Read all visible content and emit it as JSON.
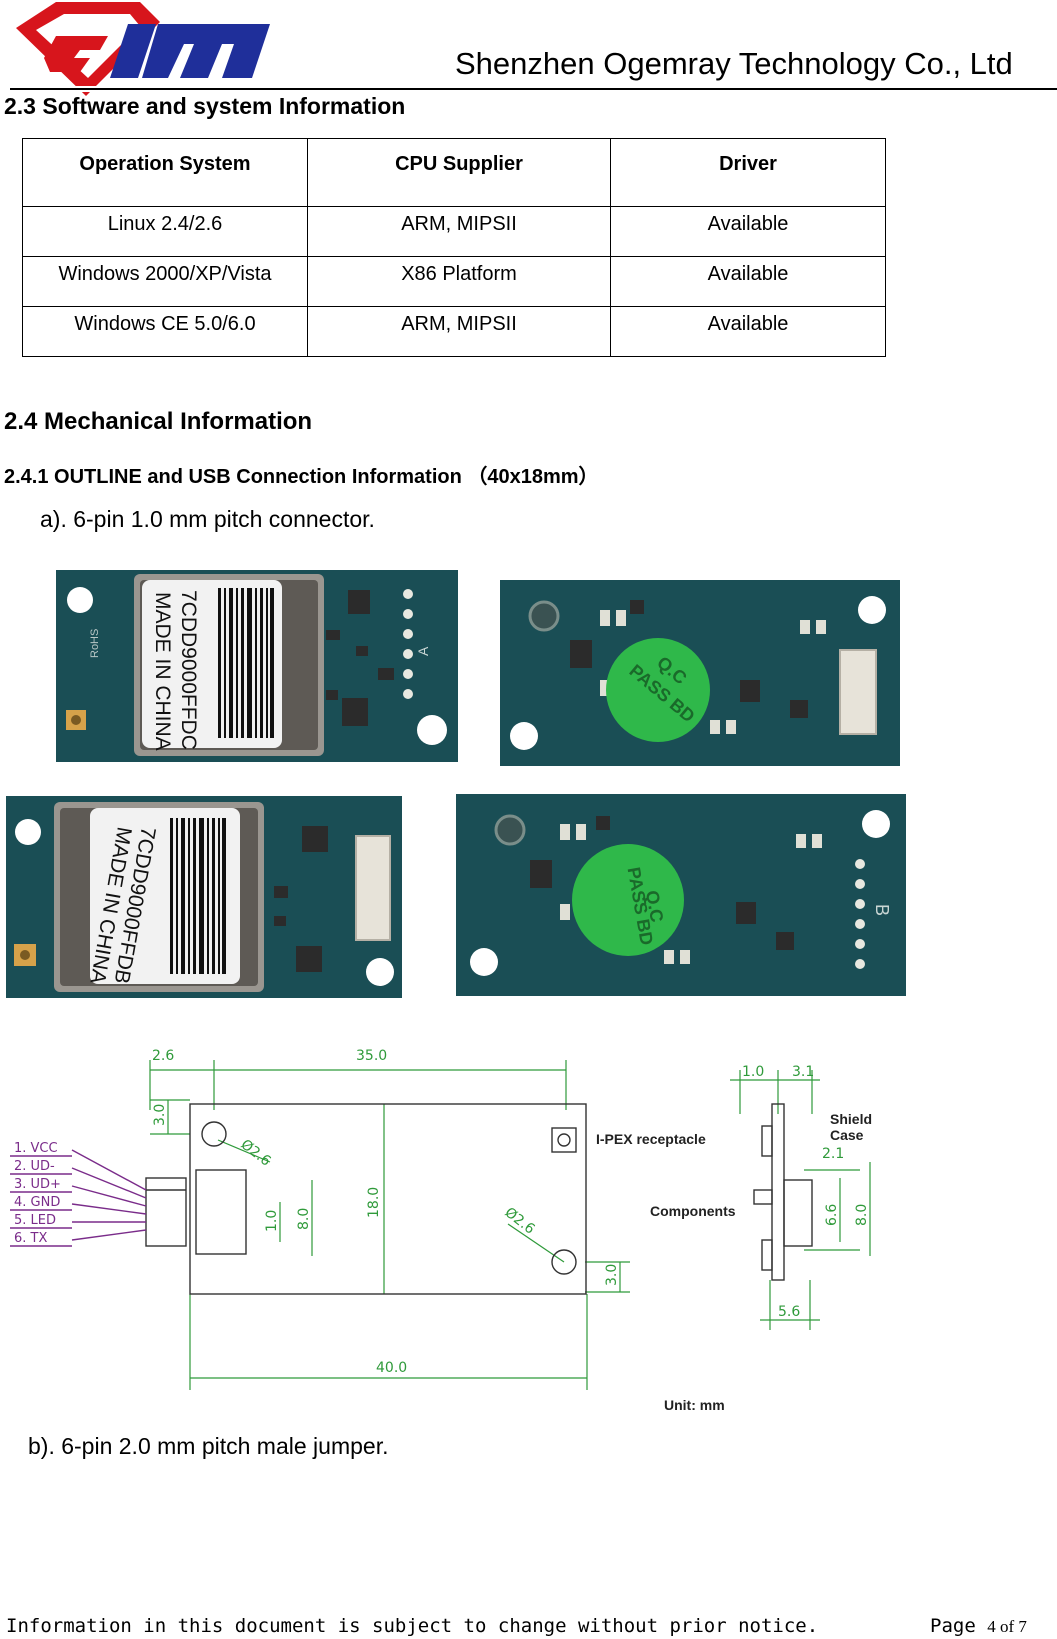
{
  "header": {
    "company": "Shenzhen Ogemray Technology Co., Ltd",
    "logo_text": "GEM"
  },
  "section_2_3": {
    "title": "2.3 Software and system Information",
    "table": {
      "headers": [
        "Operation System",
        "CPU Supplier",
        "Driver"
      ],
      "rows": [
        [
          "Linux 2.4/2.6",
          "ARM, MIPSII",
          "Available"
        ],
        [
          "Windows 2000/XP/Vista",
          "X86 Platform",
          "Available"
        ],
        [
          "Windows CE 5.0/6.0",
          "ARM, MIPSII",
          "Available"
        ]
      ]
    }
  },
  "section_2_4": {
    "title": "2.4 Mechanical Information",
    "subsection": "2.4.1 OUTLINE and USB Connection Information （40x18mm）",
    "item_a": "a). 6-pin 1.0 mm pitch connector.",
    "item_b": "b). 6-pin 2.0 mm pitch male jumper."
  },
  "photos": {
    "label_a": {
      "line1": "7CDD9000FFDC",
      "line2": "MADE IN CHINA"
    },
    "label_b": {
      "line1": "7CDD9000FFDB",
      "line2": "MADE IN CHINA"
    },
    "sticker": {
      "line1": "Q.C",
      "line2": "PASS BD"
    },
    "board_mark_a": "A",
    "board_mark_b": "B",
    "silk": "RoHS"
  },
  "drawing": {
    "dims": {
      "d_2_6": "2.6",
      "d_35_0": "35.0",
      "d_3_0_top": "3.0",
      "d_hole_top": "Ø2.6",
      "d_18_0": "18.0",
      "d_1_0": "1.0",
      "d_8_0": "8.0",
      "d_hole_bottom": "Ø2.6",
      "d_3_0_bottom": "3.0",
      "d_40_0": "40.0",
      "side_1_0": "1.0",
      "side_3_1": "3.1",
      "side_2_1": "2.1",
      "side_6_6": "6.6",
      "side_8_0": "8.0",
      "side_5_6": "5.6"
    },
    "pins": [
      "1. VCC",
      "2. UD-",
      "3. UD+",
      "4. GND",
      "5. LED",
      "6. TX"
    ],
    "labels": {
      "ipex": "I-PEX receptacle",
      "components": "Components",
      "shield": "Shield",
      "case": "Case",
      "unit": "Unit: mm"
    }
  },
  "footer": {
    "note": "Information in this document is subject to change without prior notice.",
    "page_prefix": "Page ",
    "page_num": "4 of 7"
  },
  "colors": {
    "logo_red": "#d7151c",
    "logo_blue": "#1f2f9a",
    "pcb": "#1a4e55",
    "sticker_green": "#2fb84a",
    "dim_green": "#2f9a3a",
    "pin_purple": "#7a2c8a"
  }
}
